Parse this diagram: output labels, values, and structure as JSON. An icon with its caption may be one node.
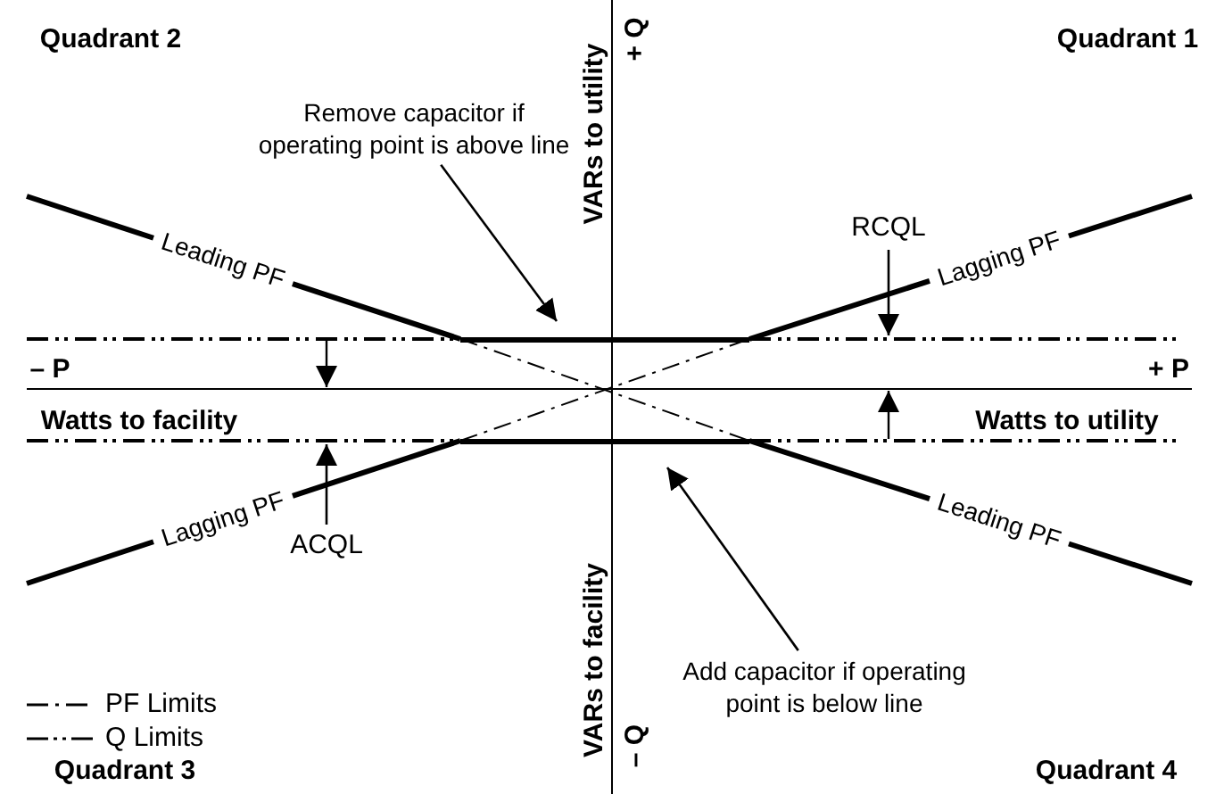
{
  "diagram": {
    "nodes": [
      {
        "text": [
          "Remove capacitor if operating point is above line"
        ]
      },
      {
        "text": [
          "RCQL"
        ]
      },
      {
        "text": [
          "ACQL"
        ]
      },
      {
        "text": [
          "Add capacitor if operating point is below line"
        ]
      }
    ],
    "edges": [
      {
        "from": 0,
        "to": null,
        "arrow": "to"
      },
      {
        "from": 1,
        "to": null,
        "arrow": "to"
      },
      {
        "from": 2,
        "to": null,
        "arrow": "to"
      },
      {
        "from": 3,
        "to": null,
        "arrow": "to"
      }
    ],
    "labels": [
      "Quadrant 2",
      "VARs to utility",
      "+ Q",
      "Quadrant 1",
      "Leading PF",
      "Lagging PF",
      "– P",
      "+ P",
      "Watts to facility",
      "Watts to utility",
      "Lagging PF",
      "Leading PF",
      "VARs to facility",
      "– Q",
      "Quadrant 3",
      "Quadrant 4"
    ],
    "legend": [
      {
        "text": "PF Limits"
      },
      {
        "text": "Q Limits"
      }
    ]
  }
}
